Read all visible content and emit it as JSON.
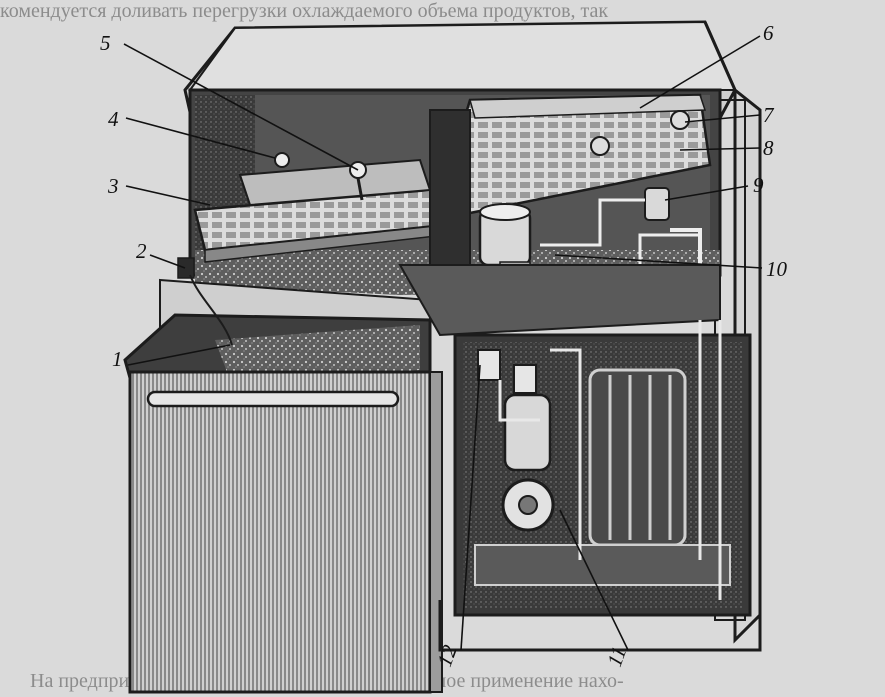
{
  "figure": {
    "background_color": "#dadada",
    "ink_color": "#1c1c1c",
    "callouts": [
      "1",
      "2",
      "3",
      "4",
      "5",
      "6",
      "7",
      "8",
      "9",
      "10",
      "11",
      "12"
    ]
  },
  "background_text": {
    "line_top": "комендуется доливать перегрузки охлаждаемого объема продуктов, так",
    "line_bottom": "На предприятиях общественного питания большое применение нахо-"
  }
}
